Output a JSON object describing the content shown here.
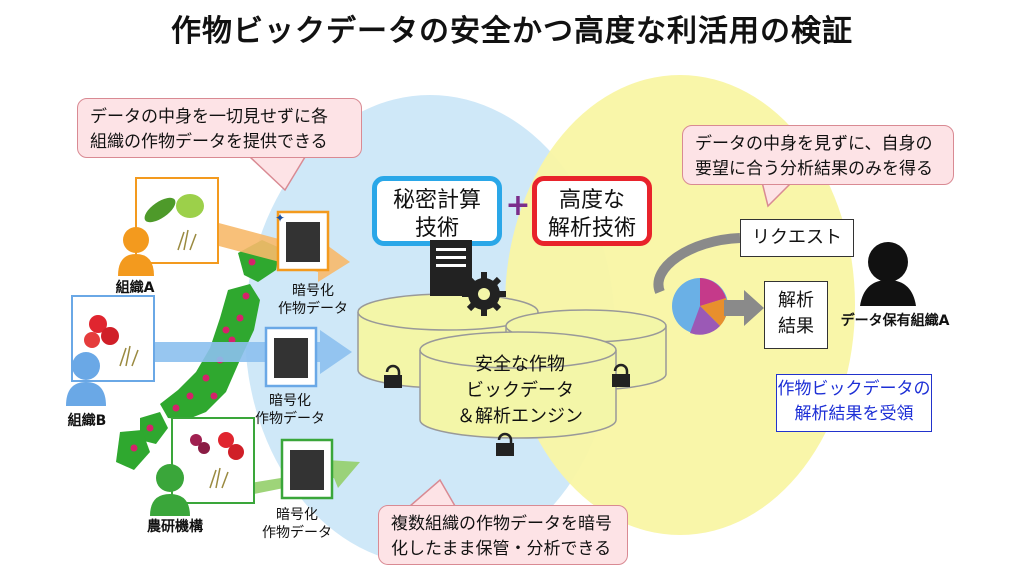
{
  "title": "作物ビックデータの安全かつ高度な利活用の検証",
  "callouts": {
    "top_left": [
      "データの中身を一切見せずに各",
      "組織の作物データを提供できる"
    ],
    "top_right": [
      "データの中身を見ずに、自身の",
      "要望に合う分析結果のみを得る"
    ],
    "bottom": [
      "複数組織の作物データを暗号",
      "化したまま保管・分析できる"
    ]
  },
  "organizations": {
    "a": "組織A",
    "b": "組織B",
    "naro": "農研機構",
    "holder": "データ保有組織A"
  },
  "encrypted_label": [
    "暗号化",
    "作物データ"
  ],
  "tech": {
    "secure": [
      "秘密計算",
      "技術"
    ],
    "plus": "+",
    "analysis": [
      "高度な",
      "解析技術"
    ]
  },
  "database": [
    "安全な作物",
    "ビックデータ",
    "＆解析エンジン"
  ],
  "request": "リクエスト",
  "result": [
    "解析",
    "結果"
  ],
  "receive_note": [
    "作物ビックデータの",
    "解析結果を受領"
  ],
  "colors": {
    "blue_ellipse": "#cfe8f8",
    "yellow_ellipse": "#f9f5a4",
    "callout_fill": "#fde3e6",
    "secure_border": "#2aa7e8",
    "analysis_border": "#e8232b",
    "plus": "#7b2d8b",
    "org_a": "#f39a1e",
    "org_b": "#6aa8e6",
    "naro": "#3aa63a",
    "japan_map": "#2fa82f",
    "db_fill": "#f3f6a8"
  }
}
